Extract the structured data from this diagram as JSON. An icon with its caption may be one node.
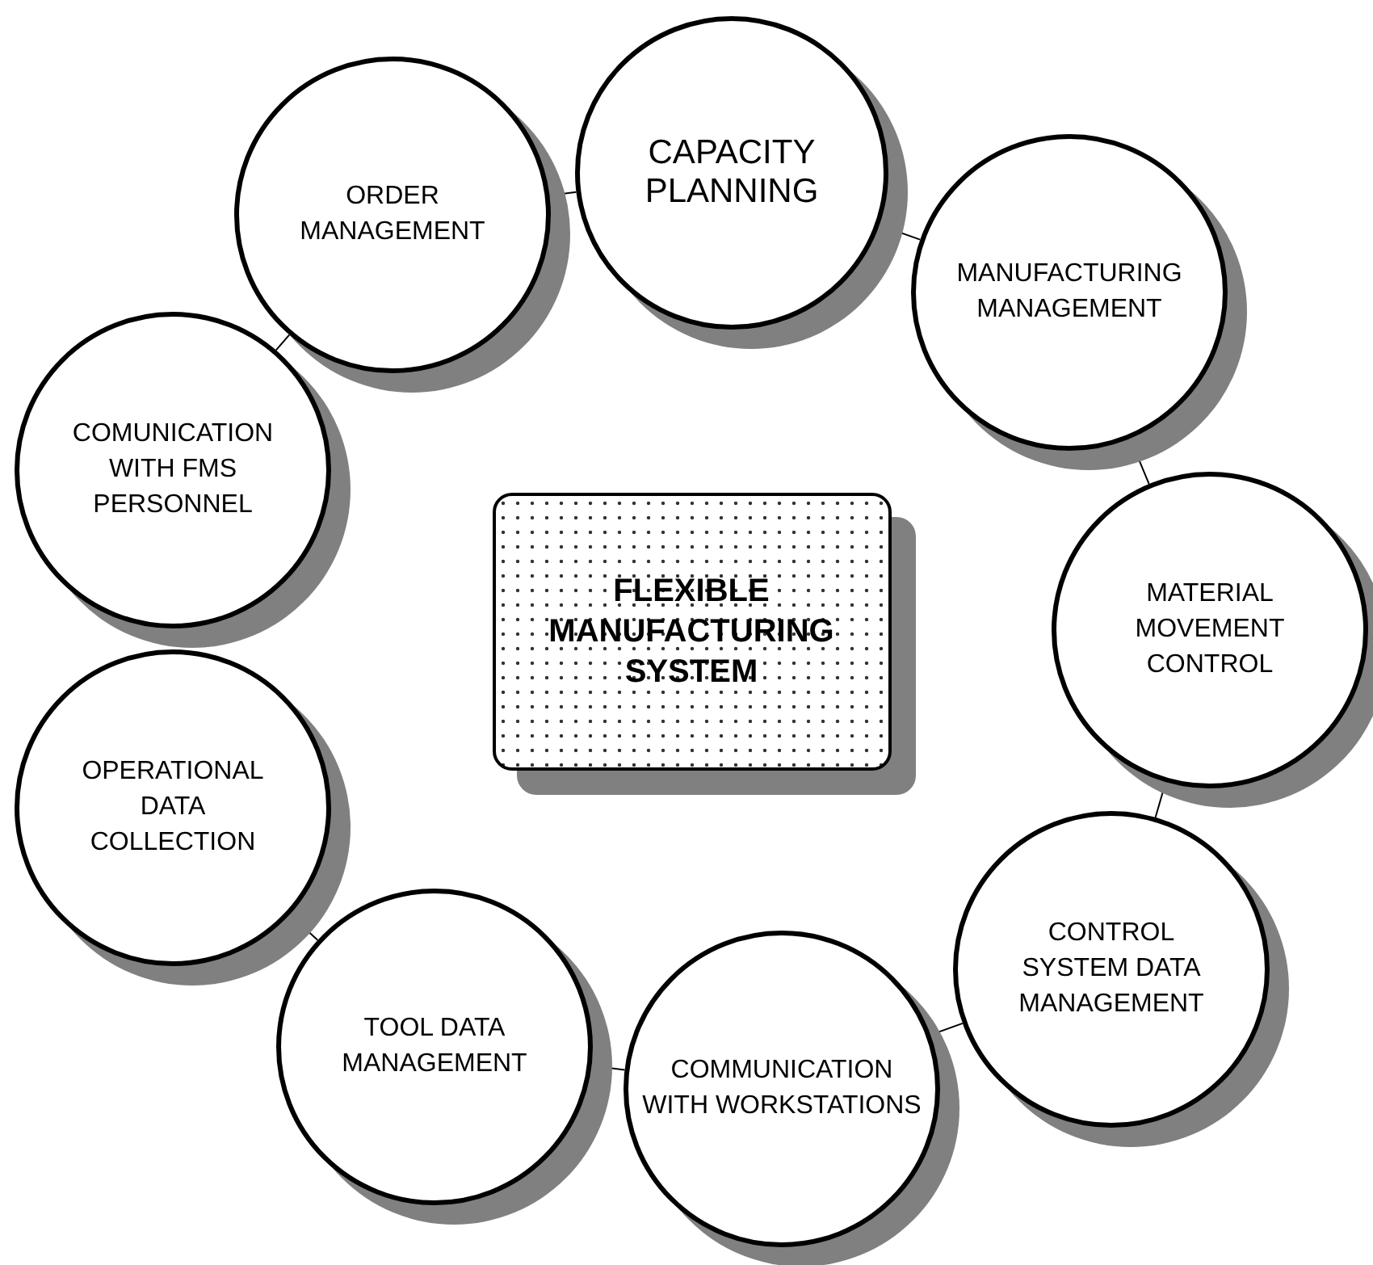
{
  "diagram": {
    "nodes": [
      {
        "text": [
          "CAPACITY PLANNING"
        ]
      },
      {
        "text": [
          "ORDER MANAGEMENT"
        ]
      },
      {
        "text": [
          "MANUFACTURING MANAGEMENT"
        ]
      },
      {
        "text": [
          "COMUNICATION WITH FMS PERSONNEL"
        ]
      },
      {
        "text": [
          "FLEXIBLE MANUFACTURING SYSTEM"
        ]
      },
      {
        "text": [
          "MATERIAL MOVEMENT CONTROL"
        ]
      },
      {
        "text": [
          "OPERATIONAL DATA COLLECTION"
        ]
      },
      {
        "text": [
          "CONTROL SYSTEM DATA MANAGEMENT"
        ]
      },
      {
        "text": [
          "TOOL DATA MANAGEMENT"
        ]
      },
      {
        "text": [
          "COMMUNICATION WITH WORKSTATIONS"
        ]
      }
    ],
    "edges": [
      {
        "from": 1,
        "to": 0,
        "arrow": "none"
      },
      {
        "from": 0,
        "to": 2,
        "arrow": "none"
      },
      {
        "from": 2,
        "to": 5,
        "arrow": "none"
      },
      {
        "from": 5,
        "to": 7,
        "arrow": "none"
      },
      {
        "from": 7,
        "to": 9,
        "arrow": "none"
      },
      {
        "from": 9,
        "to": 8,
        "arrow": "none"
      },
      {
        "from": 8,
        "to": 6,
        "arrow": "none"
      },
      {
        "from": 3,
        "to": 1,
        "arrow": "none"
      }
    ]
  }
}
